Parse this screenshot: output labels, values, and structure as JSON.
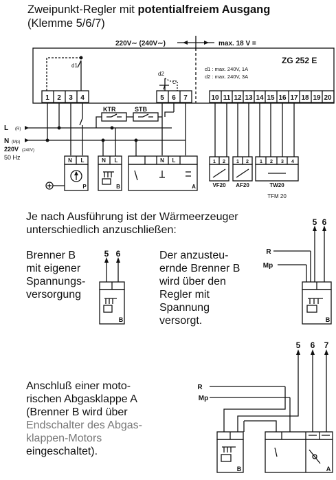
{
  "header": {
    "title_prefix": "Zweipunkt-Regler mit ",
    "title_bold": "potentialfreiem Ausgang",
    "subtitle": "(Klemme 5/6/7)"
  },
  "device": {
    "model": "ZG 252 E",
    "voltage_left": "220V∼ (240V∼)",
    "voltage_right": "max. 18 V =",
    "d1_label": "d1",
    "d2_label": "d2",
    "contact_c": "C",
    "rating_d1": "d1 : max. 240V, 1A",
    "rating_d2": "d2 : max. 240V, 3A",
    "terminals_left": [
      "1",
      "2",
      "3",
      "4"
    ],
    "terminals_mid": [
      "5",
      "6",
      "7"
    ],
    "terminals_right": [
      "10",
      "11",
      "12",
      "13",
      "14",
      "15",
      "16",
      "17",
      "18",
      "19",
      "20"
    ]
  },
  "supply": {
    "l_label": "L",
    "l_sub": "(R)",
    "n_label": "N",
    "n_sub": "(Mp)",
    "voltage": "220V",
    "voltage_sub": "(240V)",
    "freq": "50 Hz"
  },
  "components": {
    "ktr": "KTR",
    "stb": "STB",
    "pump_label": "P",
    "burner_label": "B",
    "flap_label": "A",
    "n": "N",
    "l": "L",
    "sensor_vf": "VF20",
    "sensor_af": "AF20",
    "sensor_tw": "TW20",
    "tfm": "TFM 20",
    "num1": "1",
    "num2": "2",
    "num3": "3",
    "num4": "4"
  },
  "section2": {
    "intro": "Je nach Ausführung ist der Wärmeerzeuger unterschiedlich anzuschließen:",
    "left_text": "Brenner B mit eigener Spannungs- versorgung",
    "mid_text": "Der anzusteu- ernde Brenner B wird über den Regler mit Spannung versorgt.",
    "t5": "5",
    "t6": "6",
    "r": "R",
    "mp": "Mp"
  },
  "section3": {
    "text_a": "Anschluß einer moto- rischen Abgasklappe A (Brenner B wird über",
    "text_b": "Endschalter des Abgas- klappen-Motors",
    "text_c": "eingeschaltet).",
    "t5": "5",
    "t6": "6",
    "t7": "7",
    "r": "R",
    "mp": "Mp"
  }
}
